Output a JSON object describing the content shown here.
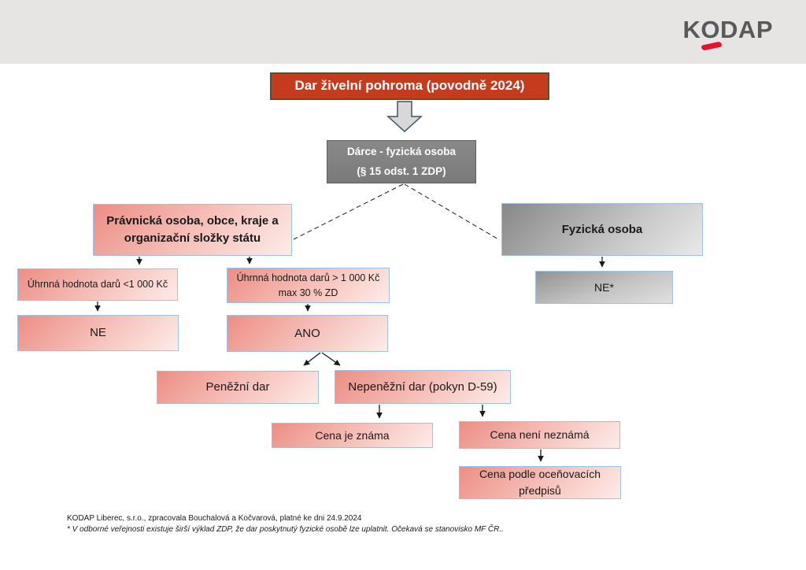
{
  "header": {
    "logo_text": "KODAP"
  },
  "title": {
    "label": "Dar živelní pohroma (povodně 2024)"
  },
  "nodes": {
    "darce": {
      "line1": "Dárce - fyzická osoba",
      "line2": "(§ 15 odst. 1 ZDP)"
    },
    "pravnicka": {
      "line1": "Právnická osoba, obce, kraje a",
      "line2": "organizační složky státu"
    },
    "fyzicka": {
      "label": "Fyzická osoba"
    },
    "uhrn_lt": {
      "label": "Úhrnná hodnota darů <1 000 Kč"
    },
    "uhrn_gt": {
      "line1": "Úhrnná hodnota darů  > 1 000 Kč",
      "line2": "max 30 % ZD"
    },
    "ne": {
      "label": "NE"
    },
    "ano": {
      "label": "ANO"
    },
    "ne_star": {
      "label": "NE*"
    },
    "penezni": {
      "label": "Peněžní dar"
    },
    "nepenezni": {
      "label": "Nepeněžní dar (pokyn D-59)"
    },
    "cena_znama": {
      "label": "Cena je známa"
    },
    "cena_neni": {
      "label": "Cena není neznámá"
    },
    "cena_podle": {
      "line1": "Cena podle oceňovacích",
      "line2": "předpisů"
    }
  },
  "footer": {
    "line1": "KODAP Liberec, s.r.o., zpracovala Bouchalová a Kočvarová, platné ke dni 24.9.2024",
    "line2": "* V odborné veřejnosti existuje širší výklad ZDP, že dar poskytnutý fyzické osobě lze uplatnit. Očekavá se stanovisko MF ČR.."
  },
  "colors": {
    "title_fill": "#c53b1e",
    "title_border": "#54532f",
    "pink_start": "#ec8e84",
    "pink_end": "#fdece9",
    "gray_start": "#878787",
    "gray_end": "#e9e9e9",
    "node_border": "#9cc2e5",
    "header_band": "#e6e5e3",
    "logo_red": "#e8112d",
    "arrow": "#1a1a1a"
  }
}
